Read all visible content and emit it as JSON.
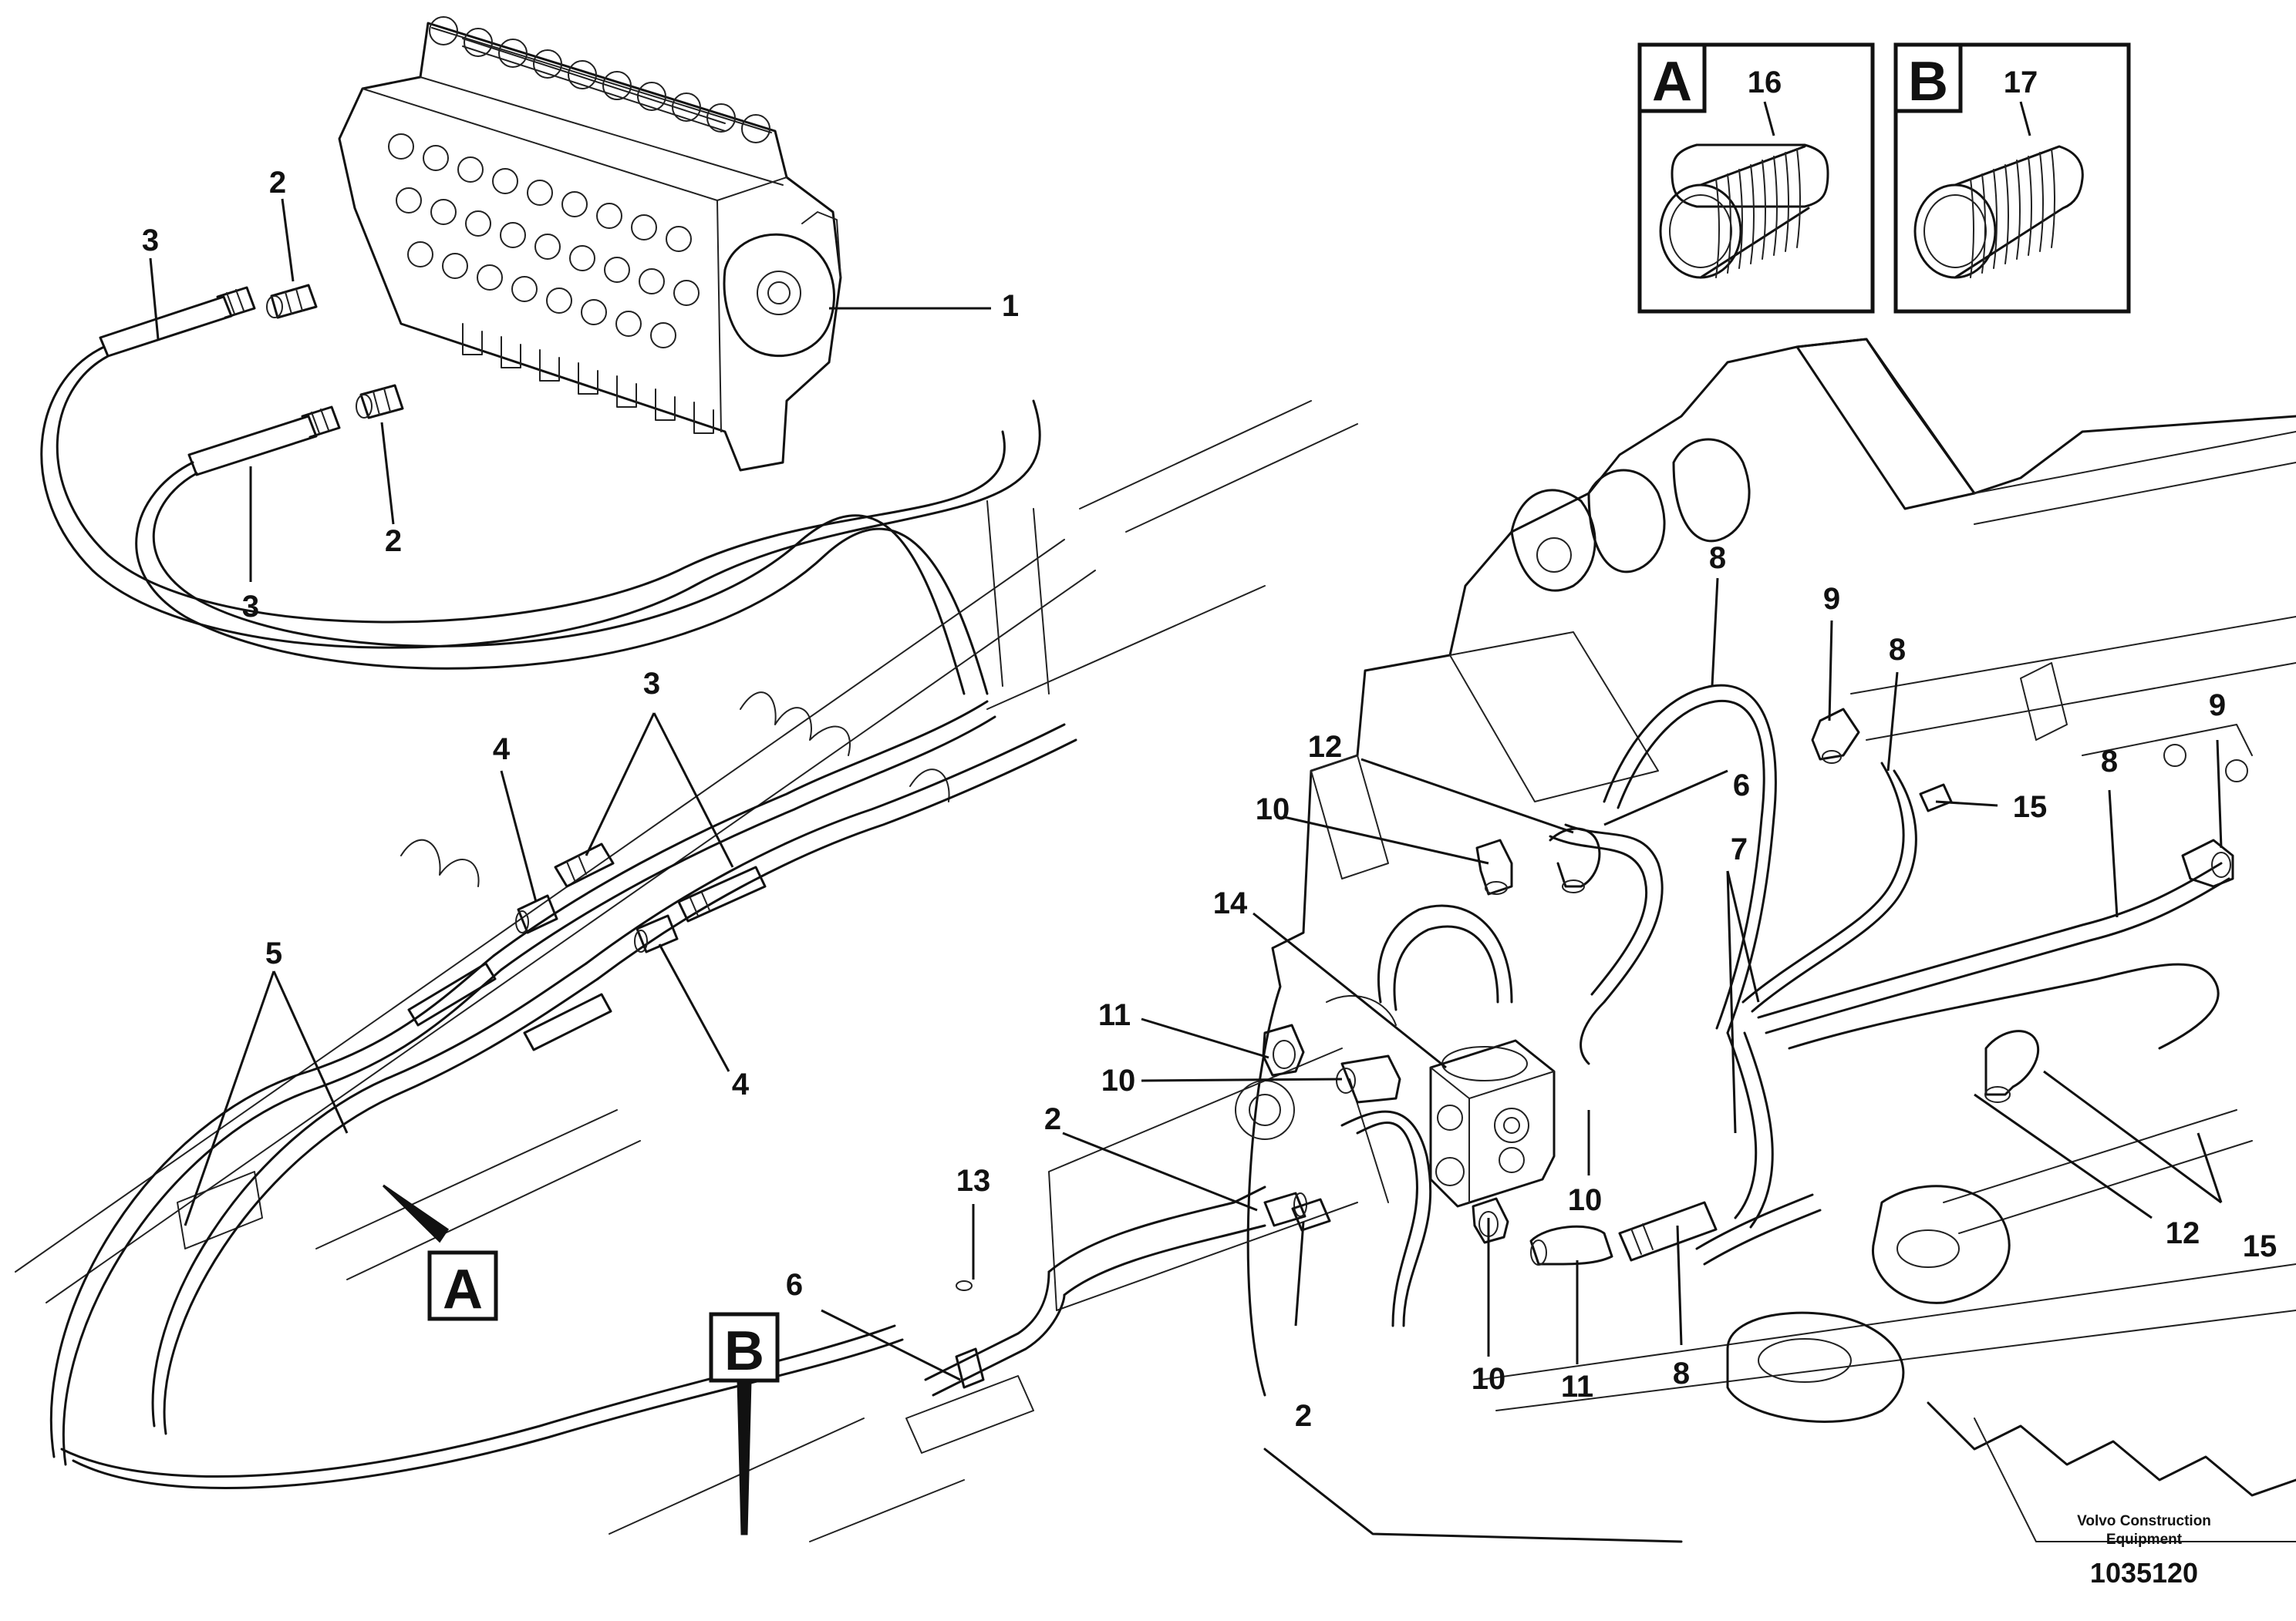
{
  "insets": [
    {
      "letter": "A",
      "part": "16"
    },
    {
      "letter": "B",
      "part": "17"
    }
  ],
  "pointer_labels": [
    "A",
    "B"
  ],
  "callouts": {
    "c1": "1",
    "c2a": "2",
    "c2b": "2",
    "c2c": "2",
    "c2d": "2",
    "c3a": "3",
    "c3b": "3",
    "c3c": "3",
    "c4a": "4",
    "c4b": "4",
    "c5": "5",
    "c6a": "6",
    "c6b": "6",
    "c7": "7",
    "c8a": "8",
    "c8b": "8",
    "c8c": "8",
    "c8d": "8",
    "c9a": "9",
    "c9b": "9",
    "c10a": "10",
    "c10b": "10",
    "c10c": "10",
    "c10d": "10",
    "c11a": "11",
    "c11b": "11",
    "c12a": "12",
    "c12b": "12",
    "c13": "13",
    "c14": "14",
    "c15a": "15",
    "c15b": "15"
  },
  "brand": {
    "line1": "Volvo Construction",
    "line2": "Equipment"
  },
  "doc_number": "1035120"
}
